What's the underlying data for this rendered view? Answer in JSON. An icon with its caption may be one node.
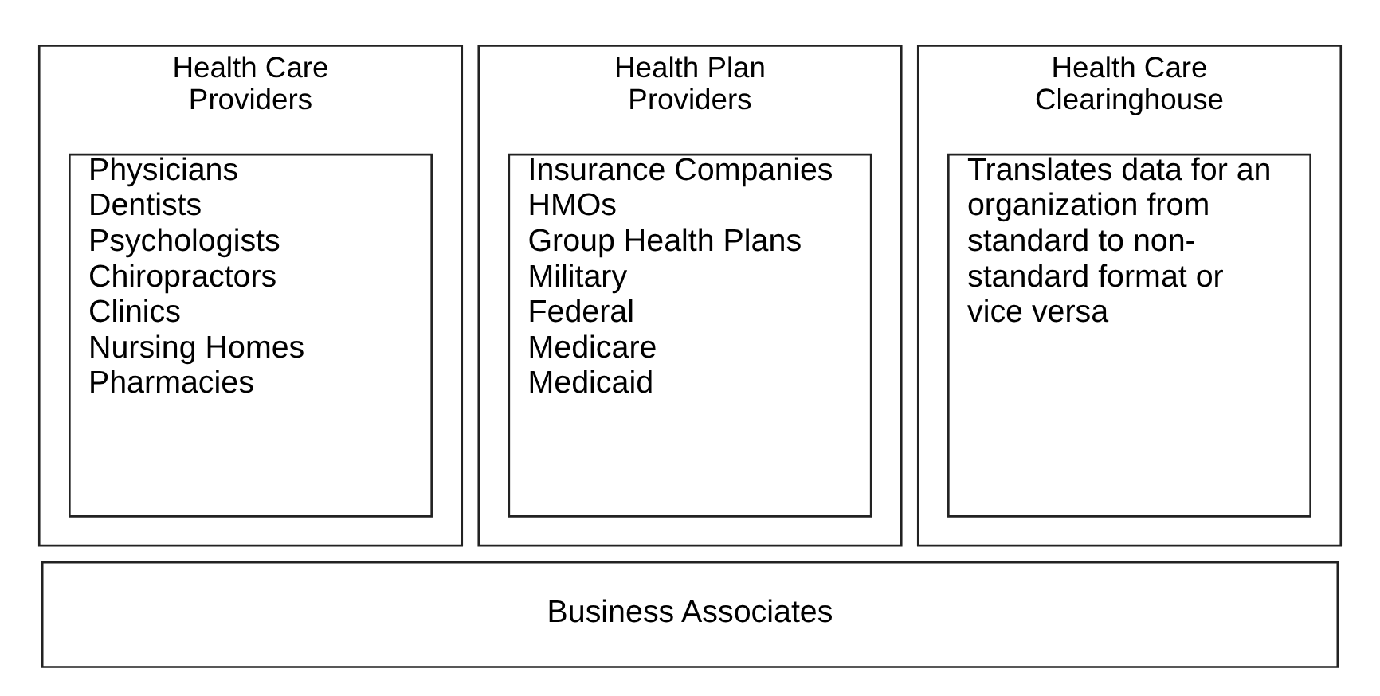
{
  "diagram": {
    "nodes": [
      {
        "text": [
          "Health Care Providers"
        ]
      },
      {
        "text": [
          "Physicians",
          "Dentists",
          "Psychologists",
          "Chiropractors",
          "Clinics",
          "Nursing Homes",
          "Pharmacies"
        ],
        "in": 0
      },
      {
        "text": [
          "Health Plan Providers"
        ]
      },
      {
        "text": [
          "Insurance Companies",
          "HMOs",
          "Group Health Plans",
          "Military",
          "Federal",
          "Medicare",
          "Medicaid"
        ],
        "in": 2
      },
      {
        "text": [
          "Health Care Clearinghouse"
        ]
      },
      {
        "text": [
          "Translates data for an organization from standard to non-standard format or vice versa"
        ],
        "in": 4
      },
      {
        "text": [
          "Business Associates"
        ]
      }
    ]
  }
}
